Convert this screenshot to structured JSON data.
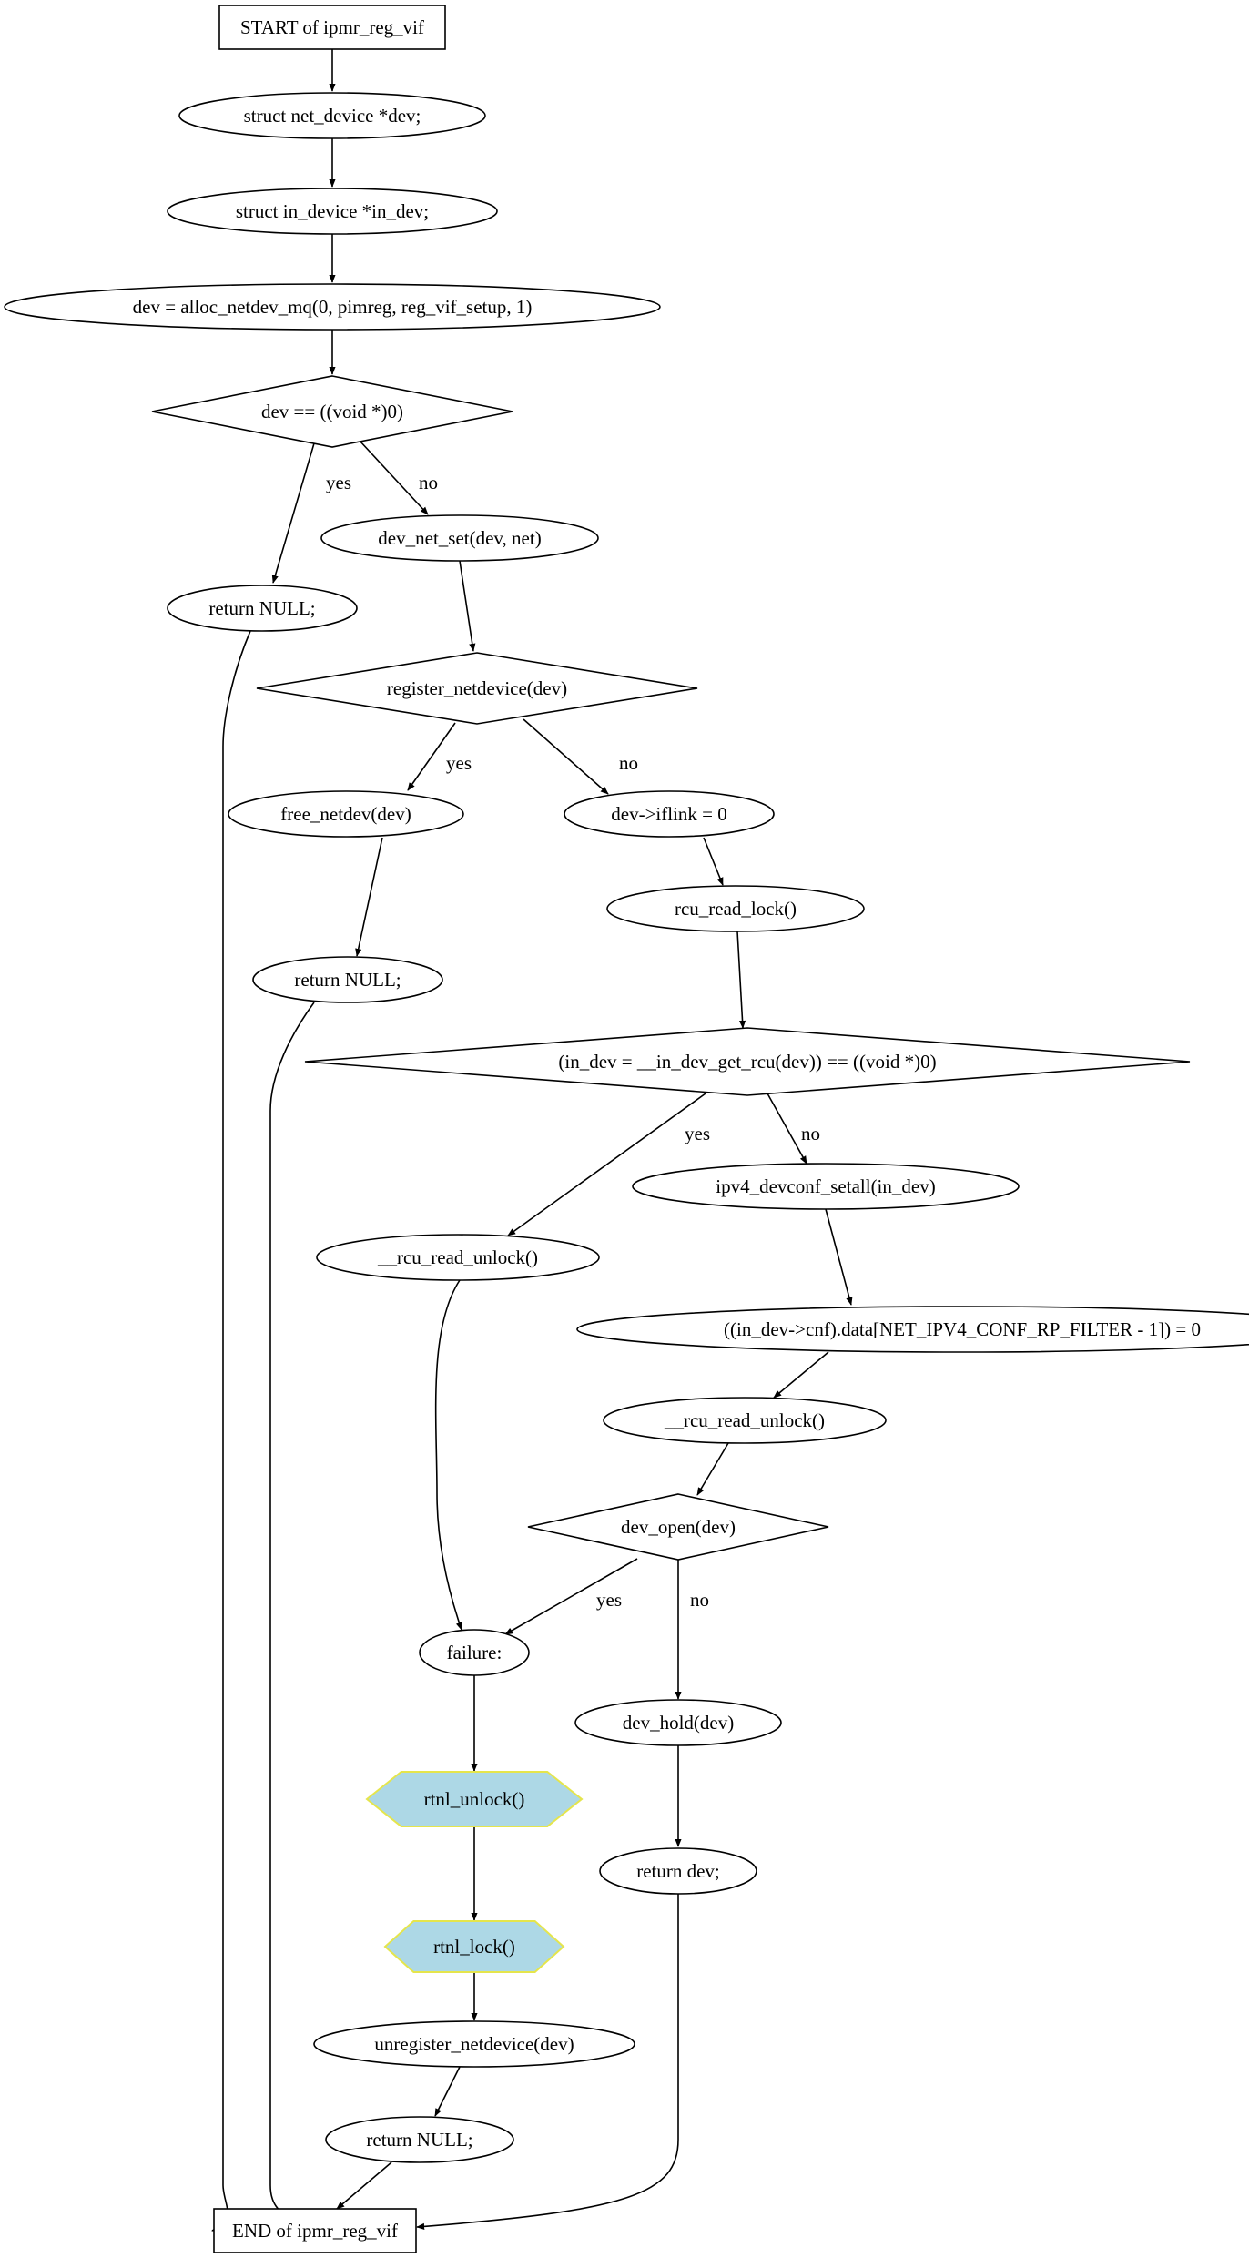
{
  "diagram": {
    "colors": {
      "highlight_fill": "#add8e6",
      "highlight_stroke": "#e5e54c"
    },
    "nodes": [
      {
        "id": "start",
        "shape": "box",
        "text": "START of ipmr_reg_vif"
      },
      {
        "id": "n1",
        "shape": "ellipse",
        "text": "struct net_device *dev;"
      },
      {
        "id": "n2",
        "shape": "ellipse",
        "text": "struct in_device *in_dev;"
      },
      {
        "id": "n3",
        "shape": "ellipse",
        "text": "dev = alloc_netdev_mq(0, pimreg, reg_vif_setup, 1)"
      },
      {
        "id": "d1",
        "shape": "diamond",
        "text": "dev == ((void *)0)"
      },
      {
        "id": "ret1",
        "shape": "ellipse",
        "text": "return NULL;"
      },
      {
        "id": "n4",
        "shape": "ellipse",
        "text": "dev_net_set(dev, net)"
      },
      {
        "id": "d2",
        "shape": "diamond",
        "text": "register_netdevice(dev)"
      },
      {
        "id": "n5",
        "shape": "ellipse",
        "text": "free_netdev(dev)"
      },
      {
        "id": "n6",
        "shape": "ellipse",
        "text": "dev->iflink = 0"
      },
      {
        "id": "ret2",
        "shape": "ellipse",
        "text": "return NULL;"
      },
      {
        "id": "n7",
        "shape": "ellipse",
        "text": "rcu_read_lock()"
      },
      {
        "id": "d3",
        "shape": "diamond",
        "text": "(in_dev = __in_dev_get_rcu(dev)) == ((void *)0)"
      },
      {
        "id": "n8",
        "shape": "ellipse",
        "text": "__rcu_read_unlock()"
      },
      {
        "id": "n9",
        "shape": "ellipse",
        "text": "ipv4_devconf_setall(in_dev)"
      },
      {
        "id": "n10",
        "shape": "ellipse",
        "text": "((in_dev->cnf).data[NET_IPV4_CONF_RP_FILTER - 1]) = 0"
      },
      {
        "id": "n11",
        "shape": "ellipse",
        "text": "__rcu_read_unlock()"
      },
      {
        "id": "d4",
        "shape": "diamond",
        "text": "dev_open(dev)"
      },
      {
        "id": "fail",
        "shape": "ellipse",
        "text": "failure:"
      },
      {
        "id": "n12",
        "shape": "ellipse",
        "text": "dev_hold(dev)"
      },
      {
        "id": "h1",
        "shape": "hexagon",
        "text": "rtnl_unlock()"
      },
      {
        "id": "ret3",
        "shape": "ellipse",
        "text": "return dev;"
      },
      {
        "id": "h2",
        "shape": "hexagon",
        "text": "rtnl_lock()"
      },
      {
        "id": "n13",
        "shape": "ellipse",
        "text": "unregister_netdevice(dev)"
      },
      {
        "id": "ret4",
        "shape": "ellipse",
        "text": "return NULL;"
      },
      {
        "id": "end",
        "shape": "box",
        "text": "END of ipmr_reg_vif"
      }
    ],
    "edges": [
      {
        "from": "start",
        "to": "n1",
        "label": ""
      },
      {
        "from": "n1",
        "to": "n2",
        "label": ""
      },
      {
        "from": "n2",
        "to": "n3",
        "label": ""
      },
      {
        "from": "n3",
        "to": "d1",
        "label": ""
      },
      {
        "from": "d1",
        "to": "ret1",
        "label": "yes"
      },
      {
        "from": "d1",
        "to": "n4",
        "label": "no"
      },
      {
        "from": "ret1",
        "to": "end",
        "label": ""
      },
      {
        "from": "n4",
        "to": "d2",
        "label": ""
      },
      {
        "from": "d2",
        "to": "n5",
        "label": "yes"
      },
      {
        "from": "d2",
        "to": "n6",
        "label": "no"
      },
      {
        "from": "n5",
        "to": "ret2",
        "label": ""
      },
      {
        "from": "ret2",
        "to": "end",
        "label": ""
      },
      {
        "from": "n6",
        "to": "n7",
        "label": ""
      },
      {
        "from": "n7",
        "to": "d3",
        "label": ""
      },
      {
        "from": "d3",
        "to": "n8",
        "label": "yes"
      },
      {
        "from": "d3",
        "to": "n9",
        "label": "no"
      },
      {
        "from": "n8",
        "to": "fail",
        "label": ""
      },
      {
        "from": "n9",
        "to": "n10",
        "label": ""
      },
      {
        "from": "n10",
        "to": "n11",
        "label": ""
      },
      {
        "from": "n11",
        "to": "d4",
        "label": ""
      },
      {
        "from": "d4",
        "to": "fail",
        "label": "yes"
      },
      {
        "from": "d4",
        "to": "n12",
        "label": "no"
      },
      {
        "from": "fail",
        "to": "h1",
        "label": ""
      },
      {
        "from": "n12",
        "to": "ret3",
        "label": ""
      },
      {
        "from": "ret3",
        "to": "end",
        "label": ""
      },
      {
        "from": "h1",
        "to": "h2",
        "label": ""
      },
      {
        "from": "h2",
        "to": "n13",
        "label": ""
      },
      {
        "from": "n13",
        "to": "ret4",
        "label": ""
      },
      {
        "from": "ret4",
        "to": "end",
        "label": ""
      }
    ]
  }
}
